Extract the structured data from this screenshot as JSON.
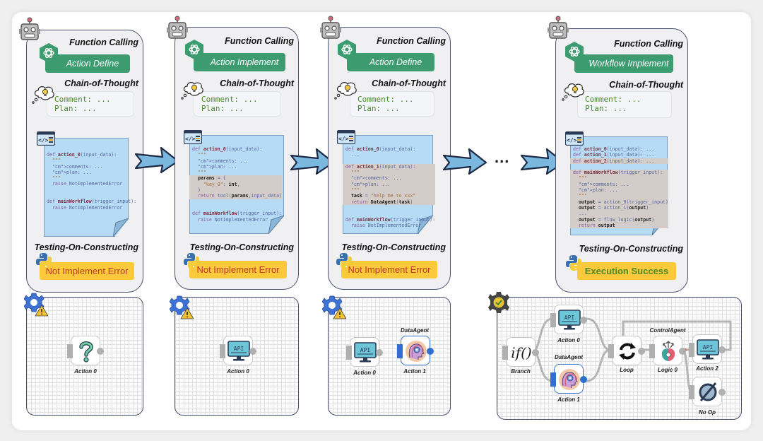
{
  "stages": [
    {
      "function_calling_label": "Function Calling",
      "action_label": "Action Define",
      "cot_label": "Chain-of-Thought",
      "cot_lines": [
        "Comment: ...",
        "Plan: ..."
      ],
      "testing_label": "Testing-On-Constructing",
      "status": "Not Implement Error",
      "status_type": "error",
      "canvas_state": "warning",
      "nodes": [
        {
          "label": "Action 0",
          "icon": "question-icon"
        }
      ]
    },
    {
      "function_calling_label": "Function Calling",
      "action_label": "Action Implement",
      "cot_label": "Chain-of-Thought",
      "cot_lines": [
        "Comment: ...",
        "Plan: ..."
      ],
      "testing_label": "Testing-On-Constructing",
      "status": "Not Implement Error",
      "status_type": "error",
      "canvas_state": "warning",
      "nodes": [
        {
          "label": "Action 0",
          "icon": "api-monitor-icon"
        }
      ]
    },
    {
      "function_calling_label": "Function Calling",
      "action_label": "Action Define",
      "cot_label": "Chain-of-Thought",
      "cot_lines": [
        "Comment: ...",
        "Plan: ..."
      ],
      "testing_label": "Testing-On-Constructing",
      "status": "Not Implement Error",
      "status_type": "error",
      "canvas_state": "warning",
      "nodes": [
        {
          "label": "Action 0",
          "icon": "api-monitor-icon"
        },
        {
          "label": "Action 1",
          "icon": "data-agent-head-icon",
          "tag": "DataAgent"
        }
      ]
    },
    {
      "function_calling_label": "Function Calling",
      "action_label": "Workflow Implement",
      "cot_label": "Chain-of-Thought",
      "cot_lines": [
        "Comment: ...",
        "Plan: ..."
      ],
      "testing_label": "Testing-On-Constructing",
      "status": "Execution Success",
      "status_type": "success",
      "canvas_state": "success",
      "nodes": [
        {
          "label": "Branch",
          "icon": "if-icon"
        },
        {
          "label": "Action 0",
          "icon": "api-monitor-icon"
        },
        {
          "label": "Action 1",
          "icon": "data-agent-head-icon",
          "tag": "DataAgent"
        },
        {
          "label": "Loop",
          "icon": "loop-icon"
        },
        {
          "label": "Logic 0",
          "icon": "control-agent-brain-icon",
          "tag": "ControlAgent"
        },
        {
          "label": "Action 2",
          "icon": "api-monitor-icon"
        },
        {
          "label": "No Op",
          "icon": "no-op-icon"
        }
      ]
    }
  ],
  "code": {
    "stage0": [
      "def action_0(input_data):",
      "  \"\"\"",
      "  comments: ...",
      "  plan: ...",
      "  \"\"\"",
      "  raise NotImplementedError",
      "",
      "",
      "def mainWorkflow(trigger_input):",
      "  raise NotImplementedError"
    ],
    "stage1": [
      "def action_0(input_data):",
      "  \"\"\"",
      "  comments: ...",
      "  plan: ...",
      "  \"\"\"",
      "  params = {",
      "    \"key_0\": int,",
      "  }",
      "  return tool(params,input_data)",
      "",
      "",
      "def mainWorkflow(trigger_input):",
      "  raise NotImplementedError"
    ],
    "stage2": [
      "def action_0(input_data):",
      "  ...",
      "",
      "def action_1(input_data):",
      "  \"\"\"",
      "  comments: ...",
      "  plan: ...",
      "  \"\"\"",
      "  task = \"help me to xxx\"",
      "  return DataAgent(task)",
      "",
      "",
      "def mainWorkflow(trigger_input):",
      "  raise NotImplementedError"
    ],
    "stage3": [
      "def action_0(input_data): ...",
      "def action_1(input_data): ...",
      "def action_2(input_data): ...",
      "",
      "def mainWorkflow(trigger_input):",
      "  \"\"\"",
      "  comments: ...",
      "  plan: ...",
      "  \"\"\"",
      "  output = action_0(trigger_input)",
      "  output = action_1(output)",
      "  ...",
      "  output = flow_logic(output)",
      "  return output"
    ]
  },
  "transition_ellipsis": "...",
  "colors": {
    "accent_green": "#3c9c70",
    "status_yellow": "#fbc93a",
    "error_red": "#c0392b",
    "success_green": "#4a8a2a",
    "code_paper_blue": "#b6dcf5",
    "arrow_blue": "#7ab8e0",
    "agent_node_blue": "#2e6fd0"
  }
}
